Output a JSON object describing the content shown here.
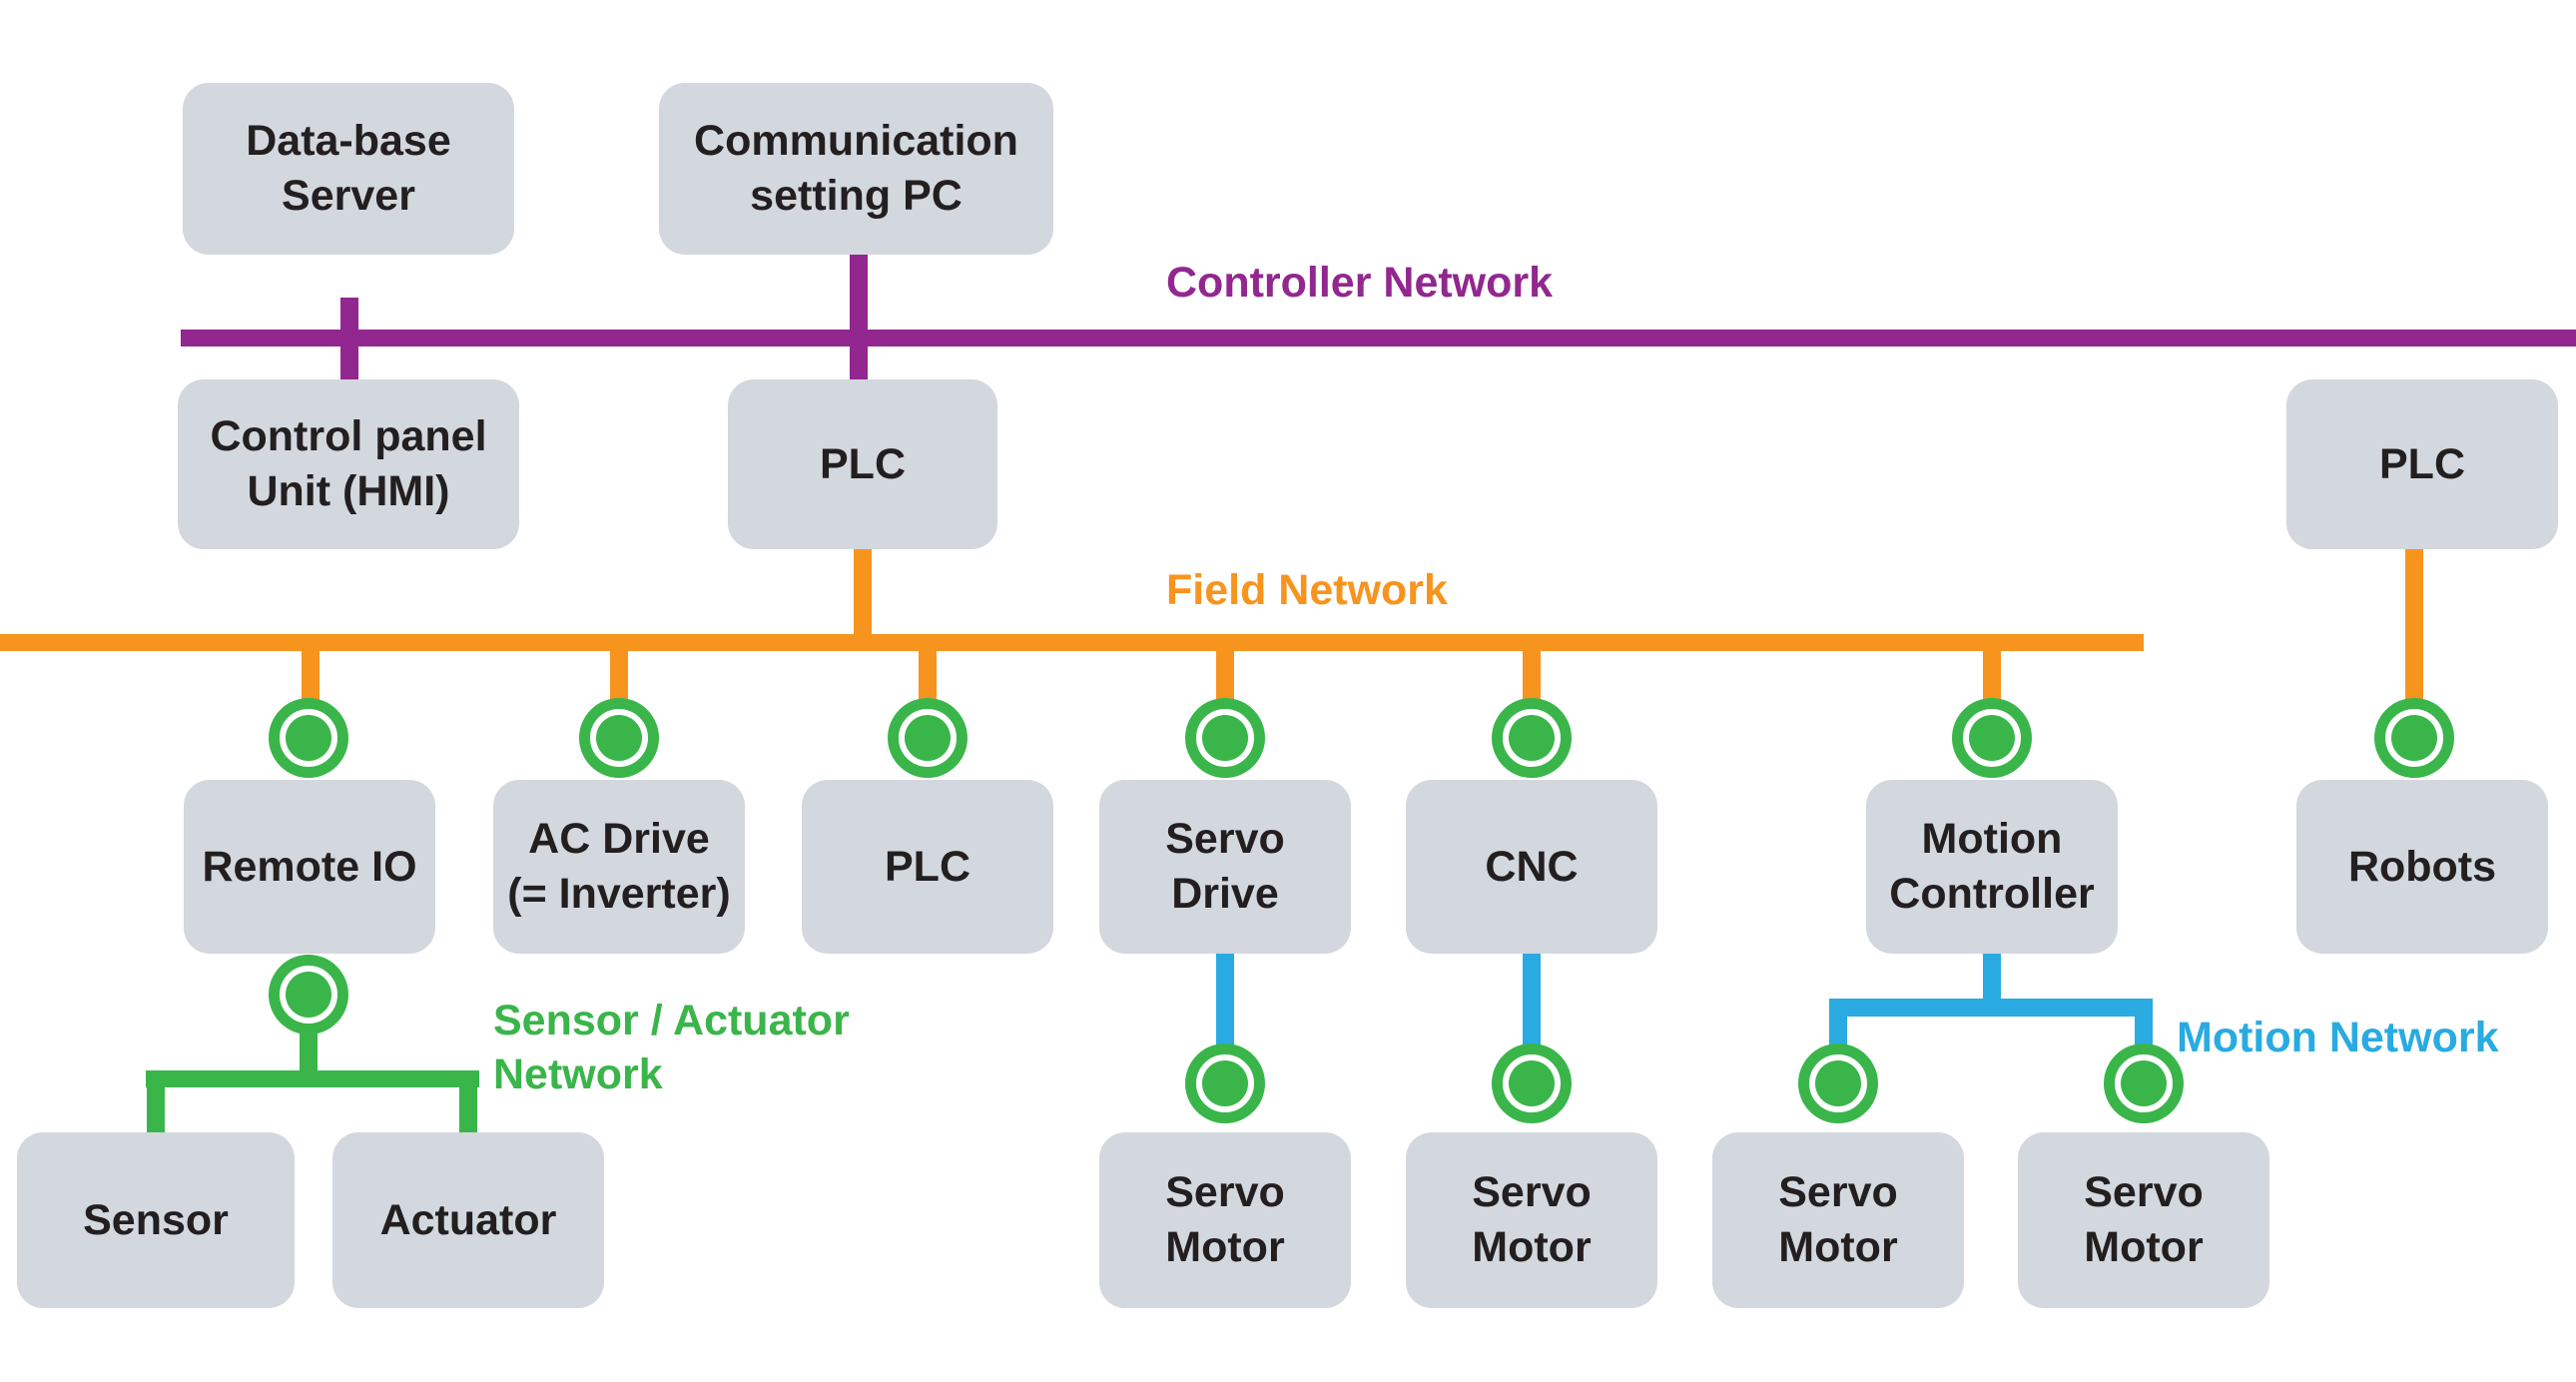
{
  "diagram": {
    "networks": {
      "controller": {
        "label": "Controller Network",
        "color": "#92278f"
      },
      "field": {
        "label": "Field Network",
        "color": "#f7941e"
      },
      "sensor_actuator": {
        "label": "Sensor / Actuator\nNetwork",
        "color": "#3ab54a"
      },
      "motion": {
        "label": "Motion Network",
        "color": "#29abe2"
      }
    },
    "nodes": {
      "db_server": {
        "label": "Data-base\nServer"
      },
      "comm_pc": {
        "label": "Communication\nsetting PC"
      },
      "hmi": {
        "label": "Control panel\nUnit (HMI)"
      },
      "plc_top": {
        "label": "PLC"
      },
      "plc_right": {
        "label": "PLC"
      },
      "remote_io": {
        "label": "Remote IO"
      },
      "ac_drive": {
        "label": "AC Drive\n(= Inverter)"
      },
      "plc_field": {
        "label": "PLC"
      },
      "servo_drive": {
        "label": "Servo\nDrive"
      },
      "cnc": {
        "label": "CNC"
      },
      "motion_controller": {
        "label": "Motion\nController"
      },
      "robots": {
        "label": "Robots"
      },
      "sensor": {
        "label": "Sensor"
      },
      "actuator": {
        "label": "Actuator"
      },
      "servo_motor_1": {
        "label": "Servo\nMotor"
      },
      "servo_motor_2": {
        "label": "Servo\nMotor"
      },
      "servo_motor_3": {
        "label": "Servo\nMotor"
      },
      "servo_motor_4": {
        "label": "Servo\nMotor"
      }
    },
    "colors": {
      "box_fill": "#d3d7de",
      "node_text": "#231f20",
      "connector_green": "#3ab54a",
      "connector_ring": "#ffffff",
      "background": "#ffffff"
    }
  }
}
